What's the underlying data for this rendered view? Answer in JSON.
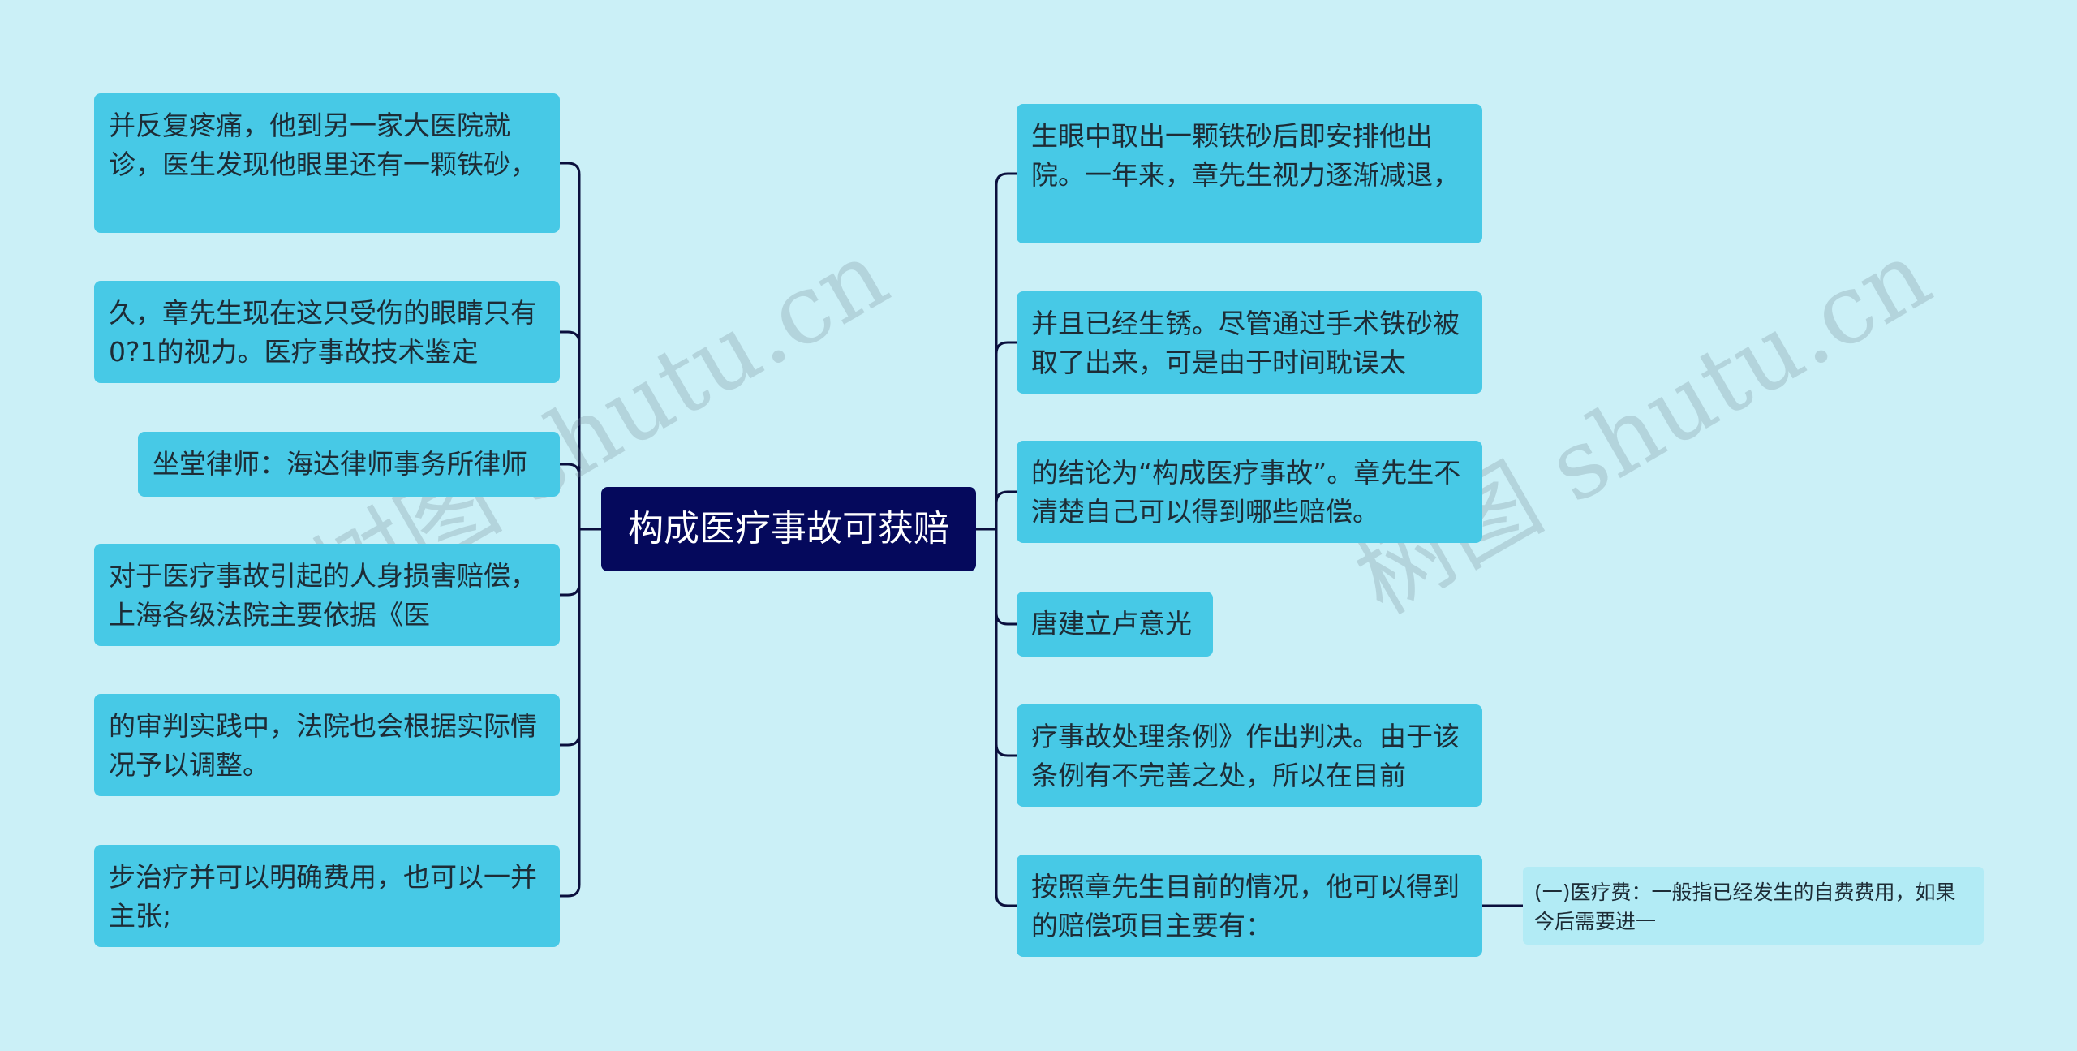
{
  "root": {
    "label": "构成医疗事故可获赔"
  },
  "left_nodes": [
    {
      "id": "l1",
      "text": "并反复疼痛，他到另一家大医院就诊，医生发现他眼里还有一颗铁砂，"
    },
    {
      "id": "l2",
      "text": "久，章先生现在这只受伤的眼睛只有0?1的视力。医疗事故技术鉴定"
    },
    {
      "id": "l3",
      "text": "坐堂律师：海达律师事务所律师"
    },
    {
      "id": "l4",
      "text": "对于医疗事故引起的人身损害赔偿，上海各级法院主要依据《医"
    },
    {
      "id": "l5",
      "text": "的审判实践中，法院也会根据实际情况予以调整。"
    },
    {
      "id": "l6",
      "text": "步治疗并可以明确费用，也可以一并主张;"
    }
  ],
  "right_nodes": [
    {
      "id": "r1",
      "text": "生眼中取出一颗铁砂后即安排他出院。一年来，章先生视力逐渐减退，"
    },
    {
      "id": "r2",
      "text": "并且已经生锈。尽管通过手术铁砂被取了出来，可是由于时间耽误太"
    },
    {
      "id": "r3",
      "text": "的结论为“构成医疗事故”。章先生不清楚自己可以得到哪些赔偿。"
    },
    {
      "id": "r4",
      "text": "唐建立卢意光"
    },
    {
      "id": "r5",
      "text": "疗事故处理条例》作出判决。由于该条例有不完善之处，所以在目前"
    },
    {
      "id": "r6",
      "text": "按照章先生目前的情况，他可以得到的赔偿项目主要有："
    }
  ],
  "sub_nodes": [
    {
      "id": "r6a",
      "parent": "r6",
      "text": "(一)医疗费：一般指已经发生的自费费用，如果今后需要进一"
    }
  ],
  "watermarks": [
    "树图 shutu.cn",
    "树图 shutu.cn"
  ],
  "colors": {
    "background": "#cbf0f7",
    "root_fill": "#05095c",
    "branch_fill": "#47c9e6",
    "leaf_fill": "#b2ebf5",
    "connector": "#0a0f3d"
  }
}
